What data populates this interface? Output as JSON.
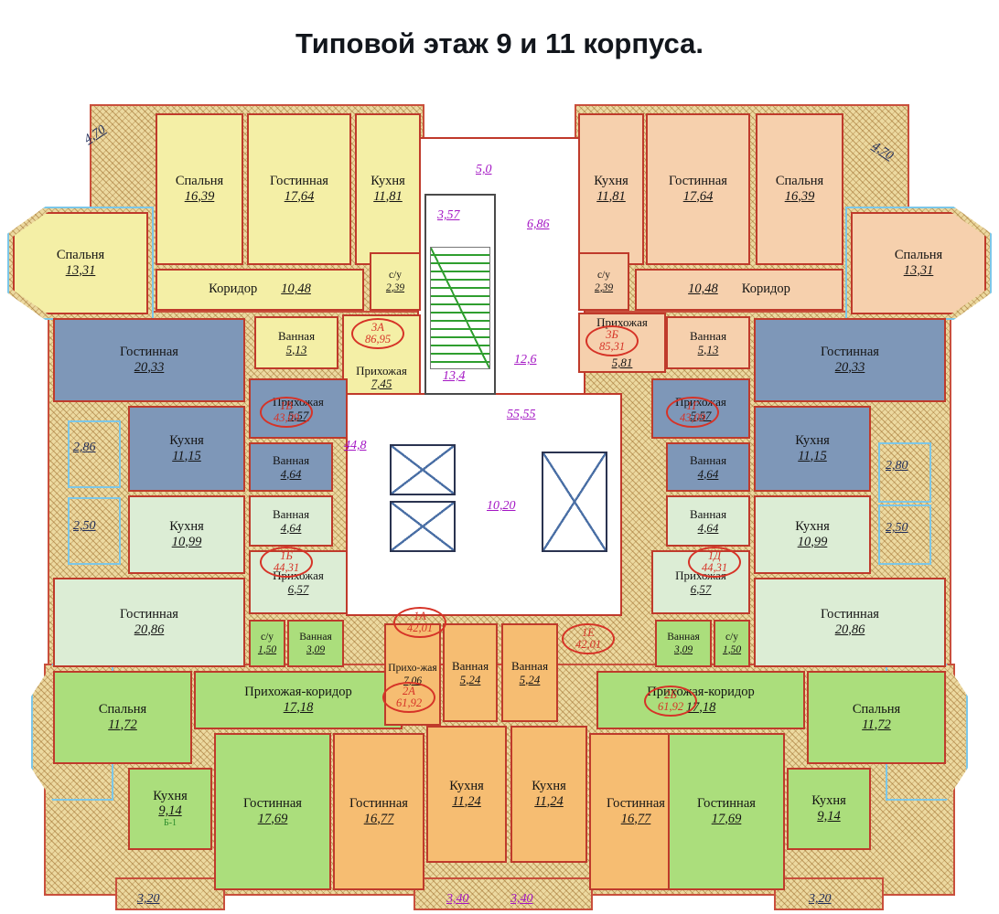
{
  "title": "Типовой этаж 9 и 11 корпуса.",
  "apts": {
    "a3a": {
      "num": "3А",
      "area": "86,95"
    },
    "a3b": {
      "num": "3Б",
      "area": "85,31"
    },
    "a1v": {
      "num": "1В",
      "area": "43,09"
    },
    "a1g": {
      "num": "1Г",
      "area": "43,09"
    },
    "a1b": {
      "num": "1Б",
      "area": "44,31"
    },
    "a1d": {
      "num": "1Д",
      "area": "44,31"
    },
    "a2a": {
      "num": "2А",
      "area": "61,92"
    },
    "a2b": {
      "num": "2Б",
      "area": "61,92"
    },
    "a1a": {
      "num": "1А",
      "area": "42,01"
    },
    "a1e": {
      "num": "1Е",
      "area": "42,01"
    }
  },
  "rooms": {
    "sp1331_l": {
      "name": "Спальня",
      "area": "13,31"
    },
    "sp1639_l": {
      "name": "Спальня",
      "area": "16,39"
    },
    "gos1764_l": {
      "name": "Гостинная",
      "area": "17,64"
    },
    "kuh1181_l": {
      "name": "Кухня",
      "area": "11,81"
    },
    "kor1048_l": {
      "name": "Коридор",
      "area": "10,48"
    },
    "su239_l": {
      "name": "с/у",
      "area": "2,39"
    },
    "van513_l": {
      "name": "Ванная",
      "area": "5,13"
    },
    "pri745_l": {
      "name": "Прихожая",
      "area": "7,45"
    },
    "gos2033_l": {
      "name": "Гостинная",
      "area": "20,33"
    },
    "pri557_l": {
      "name": "Прихожая",
      "area": "5,57"
    },
    "kuh1115_l": {
      "name": "Кухня",
      "area": "11,15"
    },
    "van464a_l": {
      "name": "Ванная",
      "area": "4,64"
    },
    "kuh1099_l": {
      "name": "Кухня",
      "area": "10,99"
    },
    "van464b_l": {
      "name": "Ванная",
      "area": "4,64"
    },
    "pri657_l": {
      "name": "Прихожая",
      "area": "6,57"
    },
    "gos2086_l": {
      "name": "Гостинная",
      "area": "20,86"
    },
    "sp1172_l": {
      "name": "Спальня",
      "area": "11,72"
    },
    "su150_l": {
      "name": "с/у",
      "area": "1,50"
    },
    "van309_l": {
      "name": "Ванная",
      "area": "3,09"
    },
    "prik1718_l": {
      "name": "Прихожая-коридор",
      "area": "17,18"
    },
    "kuh914_l": {
      "name": "Кухня",
      "area": "9,14",
      "note": "Б-1"
    },
    "gos1769_l": {
      "name": "Гостинная",
      "area": "17,69"
    },
    "pri706": {
      "name": "Прихо-жая",
      "area": "7,06"
    },
    "van524_l": {
      "name": "Ванная",
      "area": "5,24"
    },
    "kuh1124_l": {
      "name": "Кухня",
      "area": "11,24"
    },
    "gos1677_l": {
      "name": "Гостинная",
      "area": "16,77"
    },
    "van524_r": {
      "name": "Ванная",
      "area": "5,24"
    },
    "kuh1124_r": {
      "name": "Кухня",
      "area": "11,24"
    },
    "gos1677_r": {
      "name": "Гостинная",
      "area": "16,77"
    },
    "prik1718_r": {
      "name": "Прихожая-коридор",
      "area": "17,18"
    },
    "van309_r": {
      "name": "Ванная",
      "area": "3,09"
    },
    "su150_r": {
      "name": "с/у",
      "area": "1,50"
    },
    "gos1769_r": {
      "name": "Гостинная",
      "area": "17,69"
    },
    "kuh914_r": {
      "name": "Кухня",
      "area": "9,14"
    },
    "sp1172_r": {
      "name": "Спальня",
      "area": "11,72"
    },
    "gos2086_r": {
      "name": "Гостинная",
      "area": "20,86"
    },
    "pri657_r": {
      "name": "Прихожая",
      "area": "6,57"
    },
    "van464b_r": {
      "name": "Ванная",
      "area": "4,64"
    },
    "kuh1099_r": {
      "name": "Кухня",
      "area": "10,99"
    },
    "gos2033_r": {
      "name": "Гостинная",
      "area": "20,33"
    },
    "pri557_r": {
      "name": "Прихожая",
      "area": "5,57"
    },
    "kuh1115_r": {
      "name": "Кухня",
      "area": "11,15"
    },
    "van464a_r": {
      "name": "Ванная",
      "area": "4,64"
    },
    "kuh1181_r": {
      "name": "Кухня",
      "area": "11,81"
    },
    "gos1764_r": {
      "name": "Гостинная",
      "area": "17,64"
    },
    "sp1639_r": {
      "name": "Спальня",
      "area": "16,39"
    },
    "sp1331_r": {
      "name": "Спальня",
      "area": "13,31"
    },
    "kor1048_r": {
      "name": "Коридор",
      "area": "10,48"
    },
    "su239_r": {
      "name": "с/у",
      "area": "2,39"
    },
    "pri581_r": {
      "name": "Прихожая",
      "area": "5,81"
    },
    "van513_r": {
      "name": "Ванная",
      "area": "5,13"
    }
  },
  "dims": {
    "tl470": "4,70",
    "tr470": "4,70",
    "c50": "5,0",
    "c357": "3,57",
    "c686": "6,86",
    "st134": "13,4",
    "c126": "12,6",
    "c5555": "55,55",
    "c448": "44,8",
    "lift1020": "10,20",
    "l286": "2,86",
    "l250": "2,50",
    "r280": "2,80",
    "r250": "2,50",
    "bl320": "3,20",
    "br320": "3,20",
    "bc340a": "3,40",
    "bc340b": "3,40"
  }
}
